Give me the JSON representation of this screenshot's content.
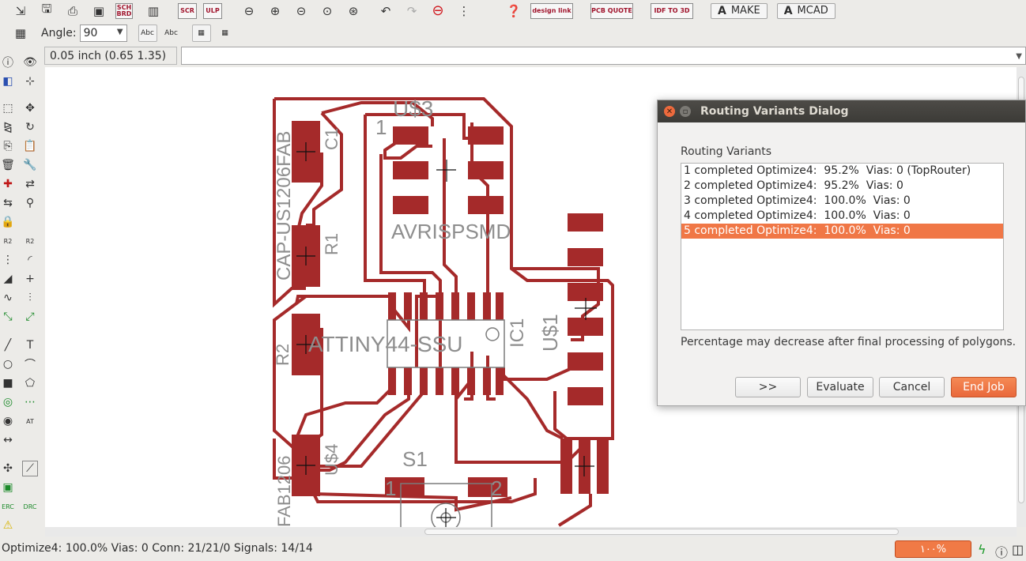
{
  "toolbar1": {
    "chips": [
      {
        "name": "schematic-board-switch-button",
        "text": "SCH BRD"
      },
      {
        "name": "script-button",
        "text": "SCR"
      },
      {
        "name": "ulp-button",
        "text": "ULP"
      },
      {
        "name": "design-link-button",
        "text": "design link"
      },
      {
        "name": "pcb-quote-button",
        "text": "PCB QUOTE"
      },
      {
        "name": "idf-to-3d-button",
        "text": "IDF TO 3D"
      }
    ],
    "make_label": "MAKE",
    "mcad_label": "MCAD"
  },
  "toolbar2": {
    "angle_label": "Angle:",
    "angle_value": "90",
    "mirror_text_label": "Abc",
    "spin_text_label": "Abc"
  },
  "coord": {
    "display": "0.05 inch (0.65 1.35)",
    "command_value": ""
  },
  "board": {
    "labels": {
      "us3": "U$3",
      "pin1": "1",
      "c1": "C1",
      "cap": "CAP-US1206FAB",
      "r1": "R1",
      "avrisp": "AVRISPSMD",
      "attiny": "ATTINY44-SSU",
      "ic1": "IC1",
      "us1": "U$1",
      "r2": "R2",
      "us4": "U$4",
      "fab": "FAB1206",
      "s1": "S1",
      "s1p1": "1",
      "s1p2": "2"
    },
    "trace_color": "#a52a2a",
    "pad_color": "#a52a2a"
  },
  "dialog": {
    "title": "Routing Variants Dialog",
    "heading": "Routing Variants",
    "variants": [
      "1 completed Optimize4:  95.2%  Vias: 0 (TopRouter)",
      "2 completed Optimize4:  95.2%  Vias: 0",
      "3 completed Optimize4:  100.0%  Vias: 0",
      "4 completed Optimize4:  100.0%  Vias: 0",
      "5 completed Optimize4:  100.0%  Vias: 0"
    ],
    "selected_index": 4,
    "note": "Percentage may decrease after final processing of polygons.",
    "buttons": {
      "more": ">>",
      "evaluate": "Evaluate",
      "cancel": "Cancel",
      "end_job": "End Job"
    },
    "accent_color": "#f07746"
  },
  "status": {
    "text": "Optimize4: 100.0%  Vias: 0  Conn: 21/21/0  Signals: 14/14",
    "progress": "١٠٠%"
  }
}
